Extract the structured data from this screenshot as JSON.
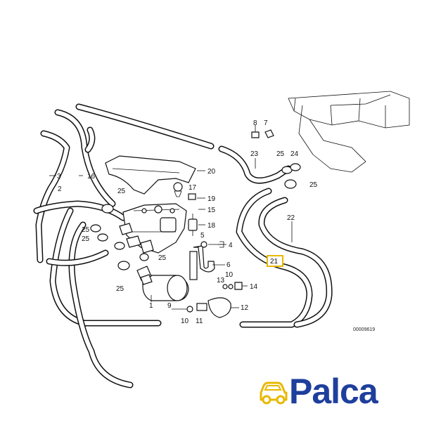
{
  "diagram": {
    "callouts": {
      "c1": "1",
      "c2": "2",
      "c3": "3",
      "c4": "4",
      "c5": "5",
      "c6": "6",
      "c7": "7",
      "c8": "8",
      "c9": "9",
      "c10a": "10",
      "c10b": "10",
      "c11": "11",
      "c12": "12",
      "c13": "13",
      "c14": "14",
      "c15": "15",
      "c16": "16",
      "c17": "17",
      "c18": "18",
      "c19": "19",
      "c20": "20",
      "c21": "21",
      "c22": "22",
      "c23": "23",
      "c24": "24",
      "c25a": "25",
      "c25b": "25",
      "c25c": "25",
      "c25d": "25",
      "c25e": "25",
      "c25f": "25",
      "c25g": "25"
    },
    "highlight_color": "#e8b800",
    "document_number": "00009619"
  },
  "logo": {
    "text": "Palca",
    "brand_color": "#1e3f9c",
    "icon_color": "#e8b800",
    "icon": "car-icon"
  }
}
